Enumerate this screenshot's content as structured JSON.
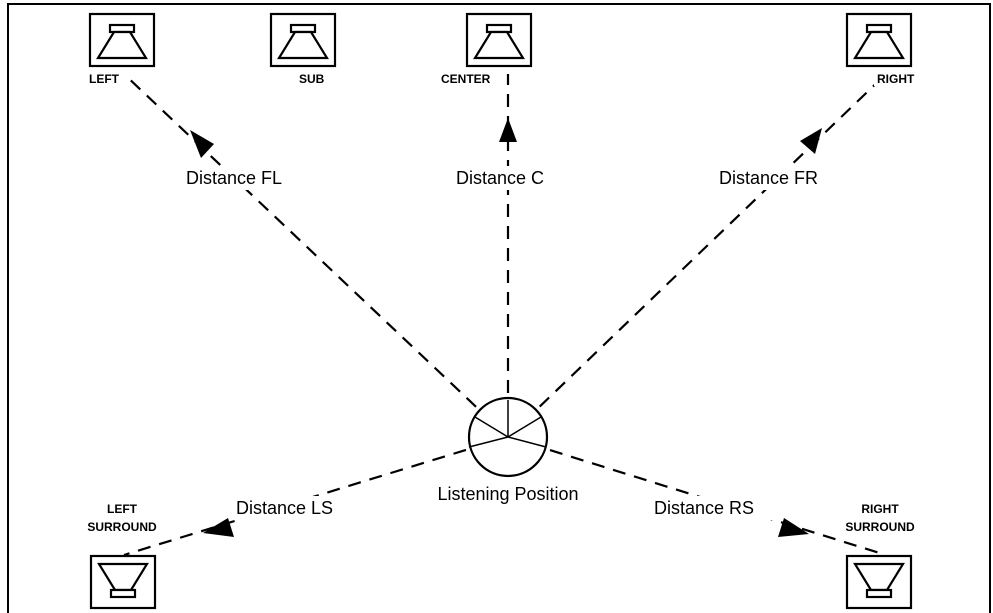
{
  "speakers": {
    "left": "LEFT",
    "sub": "SUB",
    "center": "CENTER",
    "right": "RIGHT",
    "left_surround": [
      "LEFT",
      "SURROUND"
    ],
    "right_surround": [
      "RIGHT",
      "SURROUND"
    ]
  },
  "distances": {
    "fl": "Distance FL",
    "c": "Distance C",
    "fr": "Distance FR",
    "ls": "Distance LS",
    "rs": "Distance RS"
  },
  "listening_position": "Listening Position"
}
